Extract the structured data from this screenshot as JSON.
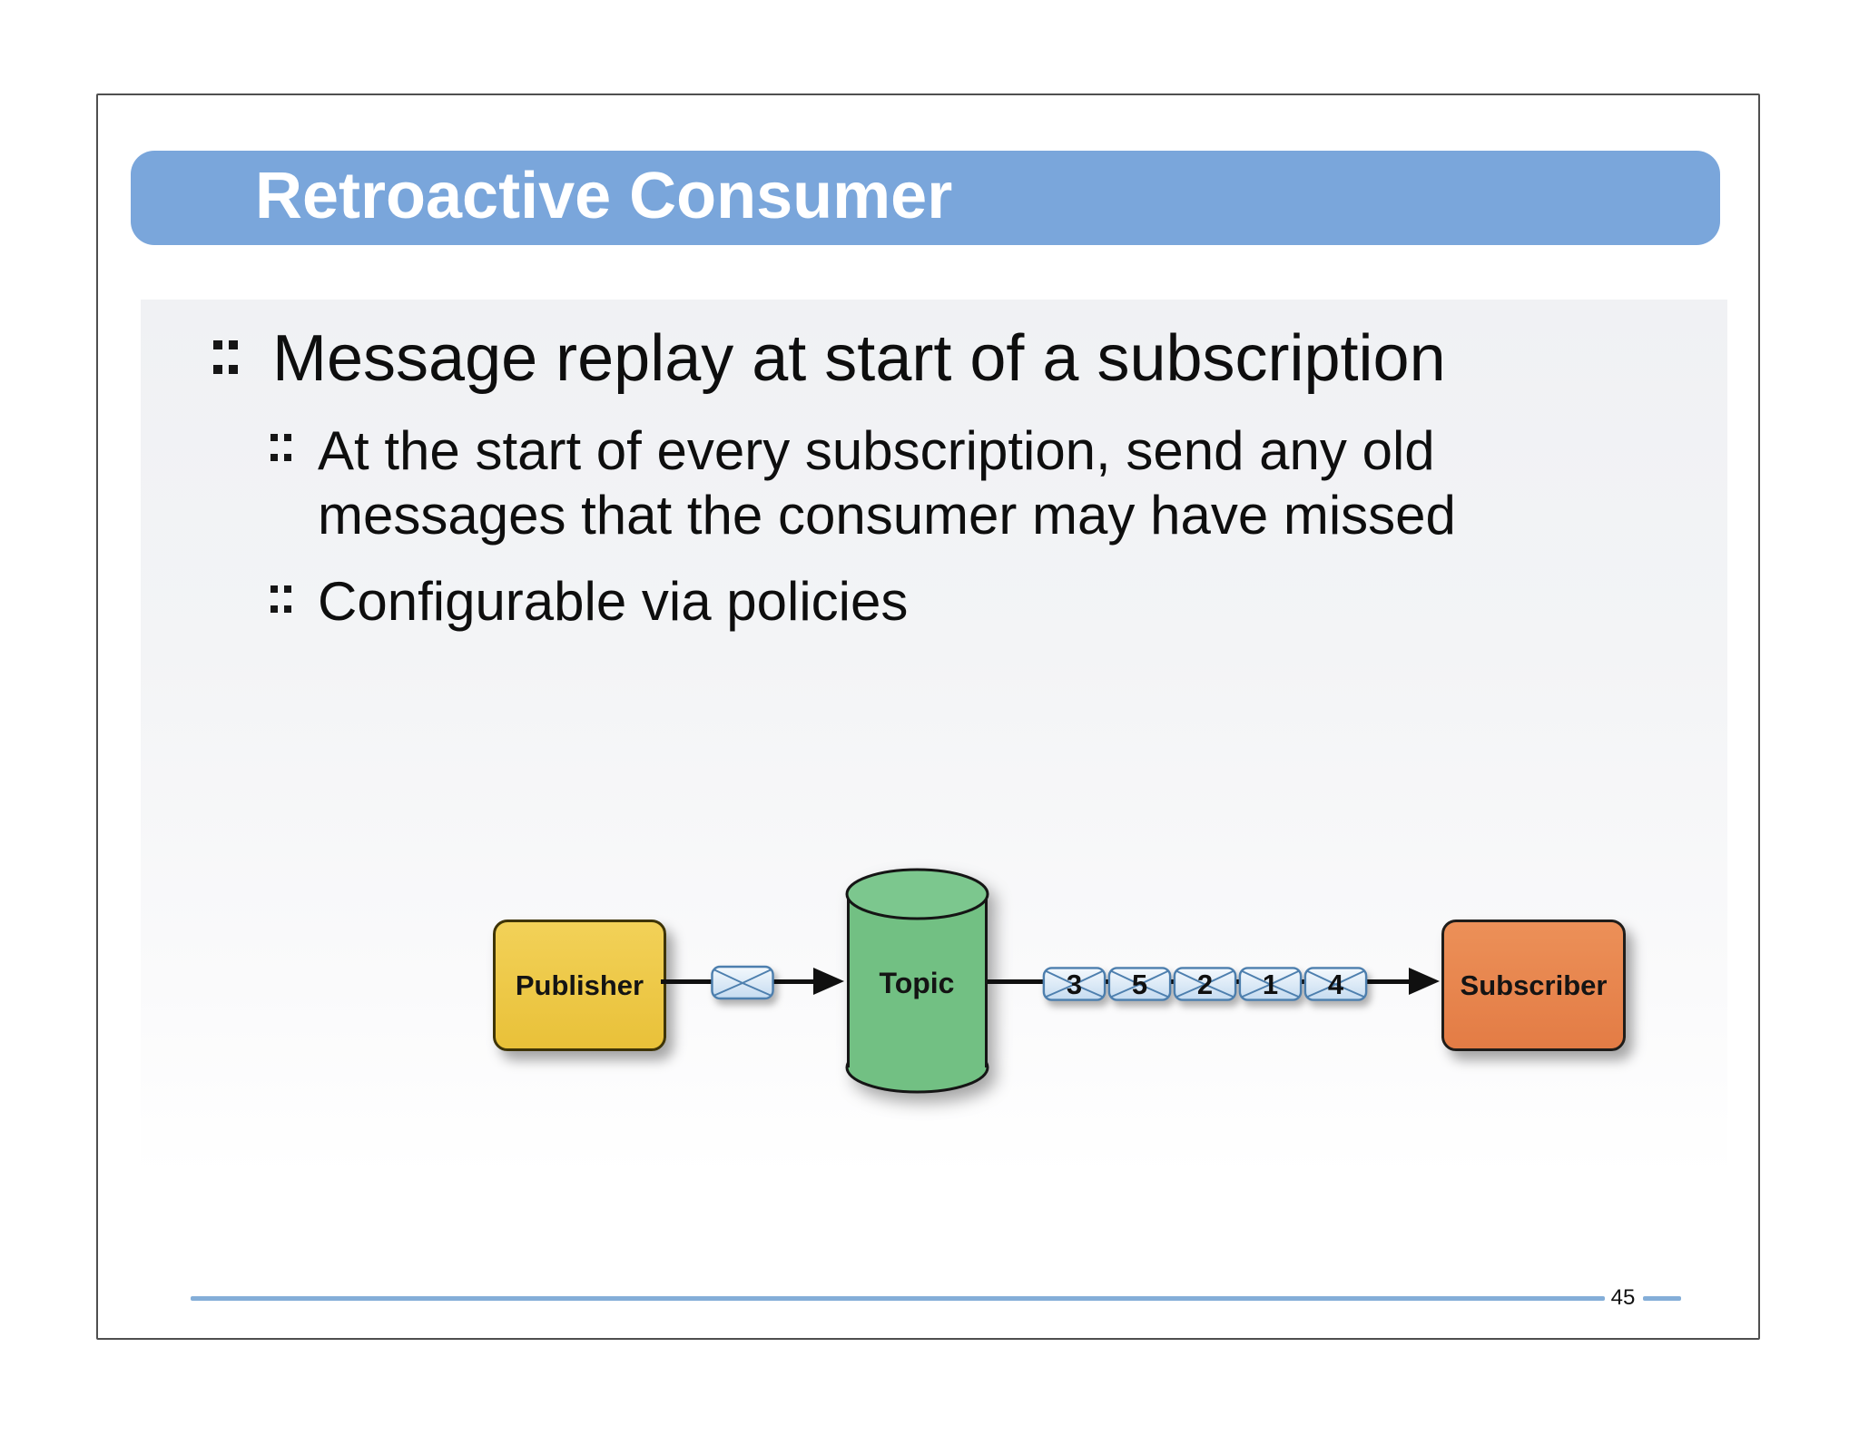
{
  "slide": {
    "title": "Retroactive Consumer",
    "content": {
      "main_bullet": "Message replay at start of a subscription",
      "sub_bullets": [
        "At the start of every subscription, send any old\nmessages that the consumer may have missed",
        "Configurable via policies"
      ]
    },
    "diagram": {
      "publisher_label": "Publisher",
      "topic_label": "Topic",
      "subscriber_label": "Subscriber",
      "message_numbers": [
        "3",
        "5",
        "2",
        "1",
        "4"
      ],
      "icons": {
        "message": "envelope-icon",
        "flow": "arrowhead-icon"
      }
    },
    "footer": {
      "page_number": "45"
    },
    "colors": {
      "header_bar": "#7aa6db",
      "content_panel_top": "#f0f1f4",
      "publisher_fill": "#edc846",
      "topic_fill": "#74c286",
      "subscriber_fill": "#e8864f",
      "envelope_fill": "#cfe2f3",
      "envelope_border": "#4d7fae",
      "footer_line": "#84aed8"
    }
  }
}
